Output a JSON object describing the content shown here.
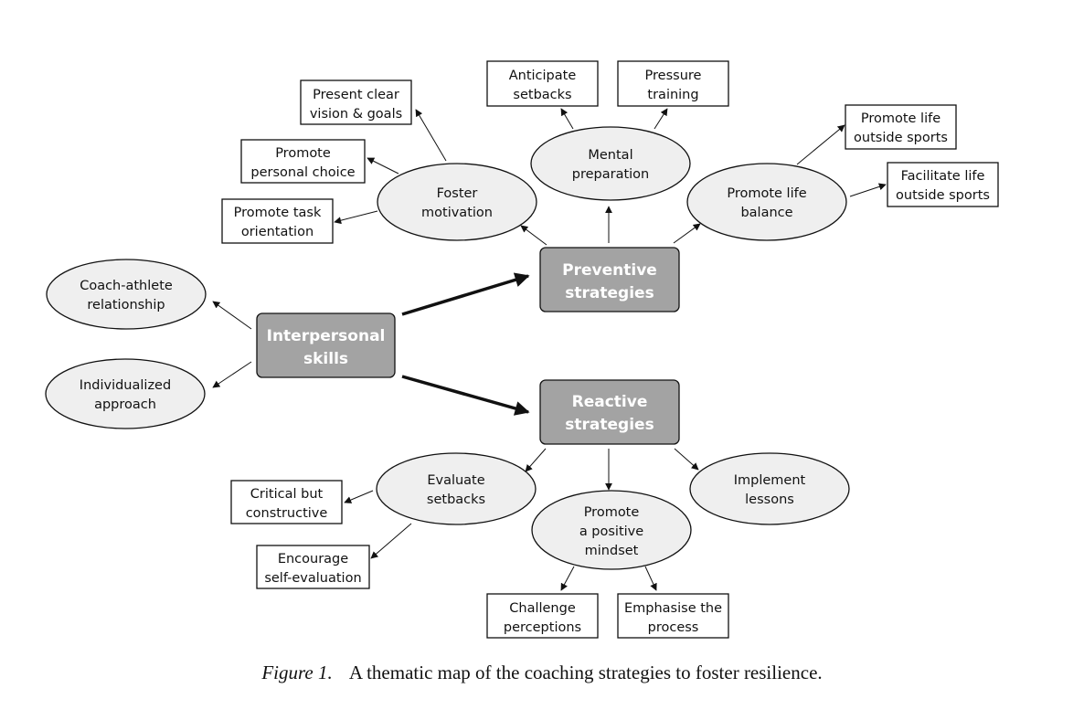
{
  "diagram": {
    "core": {
      "interpersonal": [
        "Interpersonal",
        "skills"
      ],
      "preventive": [
        "Preventive",
        "strategies"
      ],
      "reactive": [
        "Reactive",
        "strategies"
      ]
    },
    "interpersonal_children": {
      "coach_athlete": [
        "Coach-athlete",
        "relationship"
      ],
      "individualized": [
        "Individualized",
        "approach"
      ]
    },
    "preventive_children": {
      "foster_motivation": {
        "label": [
          "Foster",
          "motivation"
        ],
        "children": {
          "present_clear_vision": [
            "Present clear",
            "vision & goals"
          ],
          "promote_personal_choice": [
            "Promote",
            "personal choice"
          ],
          "promote_task_orientation": [
            "Promote task",
            "orientation"
          ]
        }
      },
      "mental_preparation": {
        "label": [
          "Mental",
          "preparation"
        ],
        "children": {
          "anticipate_setbacks": [
            "Anticipate",
            "setbacks"
          ],
          "pressure_training": [
            "Pressure",
            "training"
          ]
        }
      },
      "promote_life_balance": {
        "label": [
          "Promote life",
          "balance"
        ],
        "children": {
          "promote_life_outside": [
            "Promote life",
            "outside sports"
          ],
          "facilitate_life_outside": [
            "Facilitate life",
            "outside sports"
          ]
        }
      }
    },
    "reactive_children": {
      "evaluate_setbacks": {
        "label": [
          "Evaluate",
          "setbacks"
        ],
        "children": {
          "critical_constructive": [
            "Critical but",
            "constructive"
          ],
          "encourage_self_evaluation": [
            "Encourage",
            "self-evaluation"
          ]
        }
      },
      "positive_mindset": {
        "label": [
          "Promote",
          "a positive",
          "mindset"
        ],
        "children": {
          "challenge_perceptions": [
            "Challenge",
            "perceptions"
          ],
          "emphasise_process": [
            "Emphasise the",
            "process"
          ]
        }
      },
      "implement_lessons": [
        "Implement",
        "lessons"
      ]
    }
  },
  "caption": {
    "figure_label": "Figure 1.",
    "text": "A thematic map of the coaching strategies to foster resilience."
  }
}
